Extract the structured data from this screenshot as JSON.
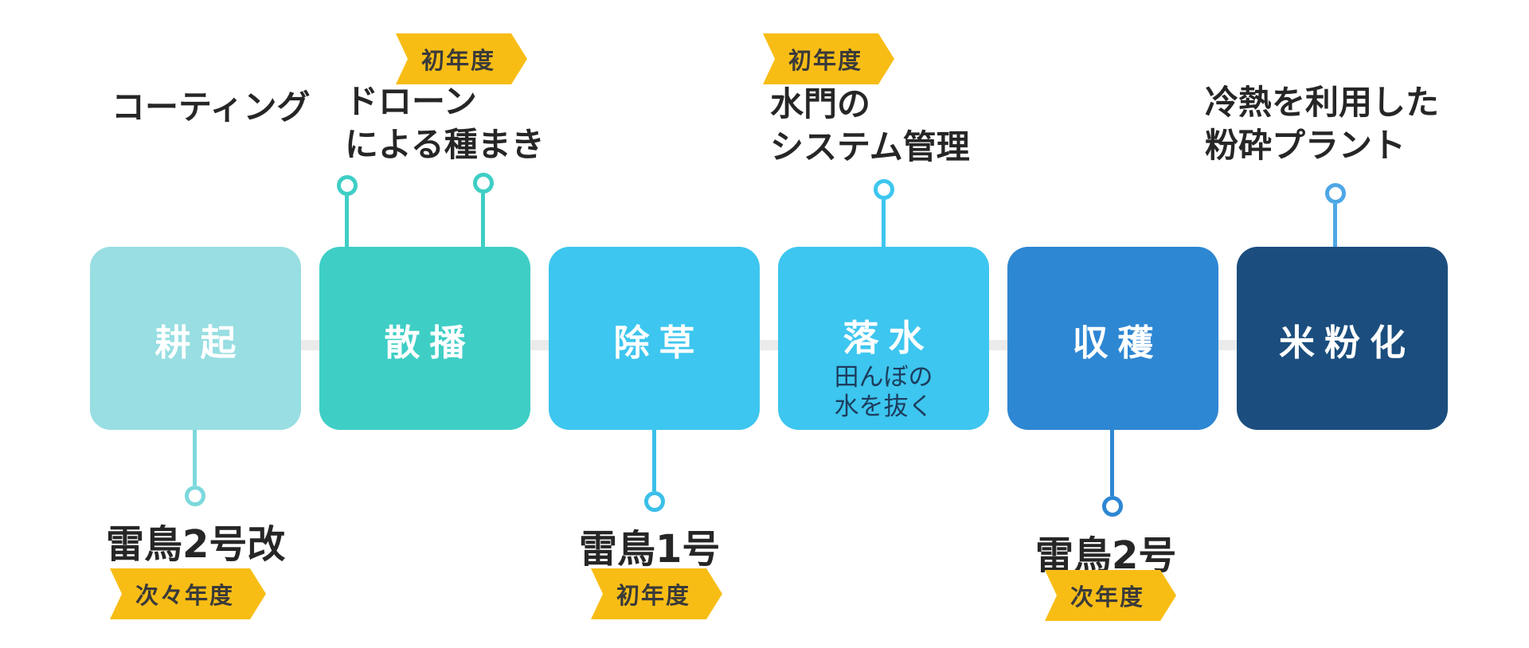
{
  "colors": {
    "background": "#FFFFFF",
    "timeline_bar": "#EBEBEB",
    "badge_bg": "#F8BD15",
    "badge_text": "#3A3A3A",
    "label_text": "#262626",
    "box_title_text": "#FFFFFF"
  },
  "stages": [
    {
      "title": "耕起",
      "box_color": "#98DEE2",
      "connector_color": "#7CD8DC"
    },
    {
      "title": "散播",
      "box_color": "#3ECEC5",
      "connector_color": "#3ECEC5"
    },
    {
      "title": "除草",
      "box_color": "#3DC6EF",
      "connector_color": "#3BBFE9"
    },
    {
      "title": "落水",
      "subtitle_lines": [
        "田んぼの",
        "水を抜く"
      ],
      "subtitle_color": "#1D3D5E",
      "box_color": "#3DC6EF",
      "connector_color": "#3DC6EF"
    },
    {
      "title": "収穫",
      "box_color": "#2E87D3",
      "connector_color": "#2E87D3"
    },
    {
      "title": "米粉化",
      "box_color": "#1B4E7E",
      "connector_color": "#4EA7E6"
    }
  ],
  "annotations": {
    "top": [
      {
        "lines": [
          "コーティング",
          ""
        ]
      },
      {
        "badge": "初年度",
        "lines": [
          "ドローン",
          "による種まき"
        ]
      },
      {
        "badge": "初年度",
        "lines": [
          "水門の",
          "システム管理"
        ]
      },
      {
        "lines": [
          "冷熱を利用した",
          "粉砕プラント"
        ]
      }
    ],
    "bottom": [
      {
        "name": "雷鳥2号改",
        "badge": "次々年度"
      },
      {
        "name": "雷鳥1号",
        "badge": "初年度"
      },
      {
        "name": "雷鳥2号",
        "badge": "次年度"
      }
    ]
  }
}
